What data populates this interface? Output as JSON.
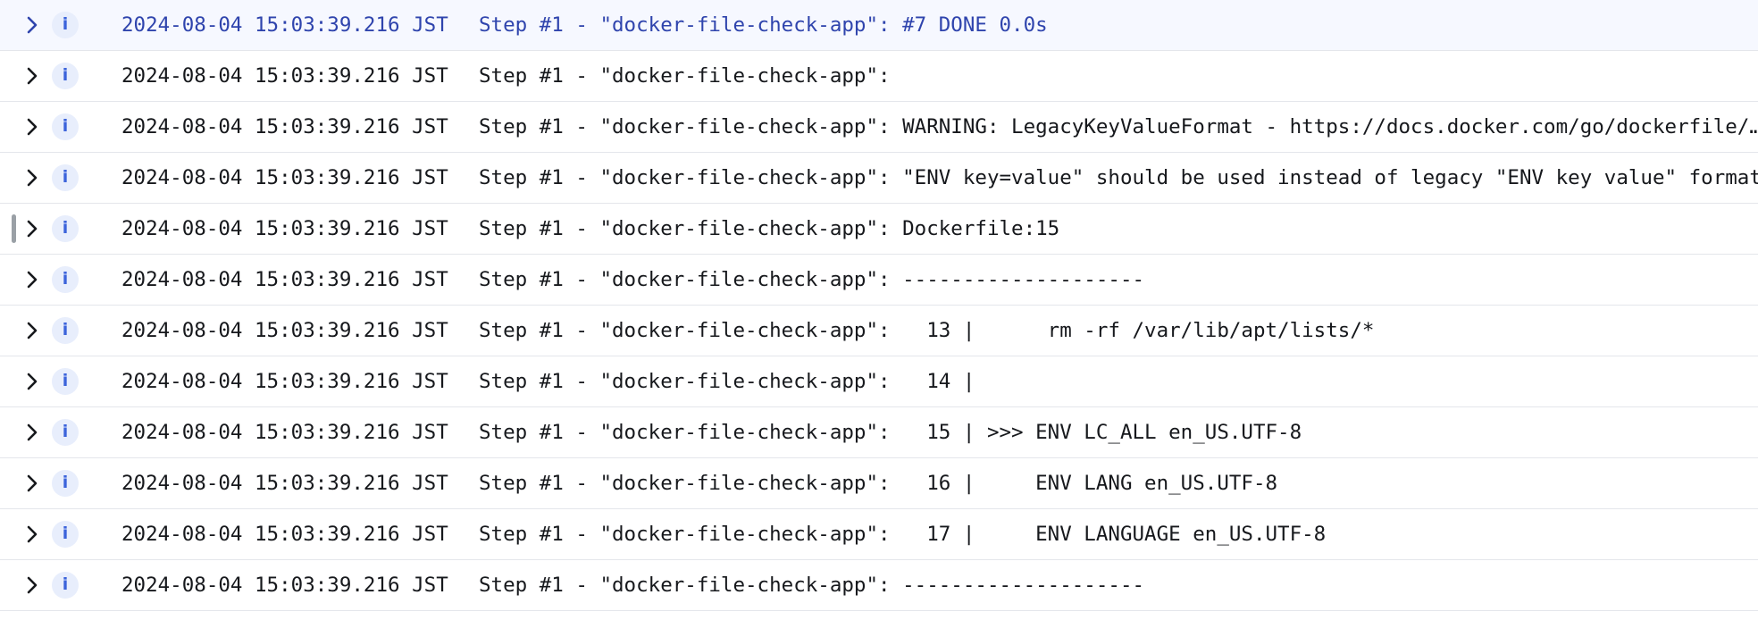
{
  "viewer": {
    "name": "cloud-build-log-viewer",
    "accent_color": "#3b63db",
    "selected_row_bg": "#f6f8ff",
    "selected_text_color": "#2f44ad",
    "icon_circle_color": "#e8eefc",
    "marker_color": "#9aa0a6",
    "row_separator_color": "#e4e6eb"
  },
  "icons": {
    "expand_chevron": "chevron-right-icon",
    "severity_info": "info-icon",
    "severity_info_glyph": "i"
  },
  "rows": [
    {
      "timestamp": "2024-08-04 15:03:39.216 JST",
      "message": "Step #1 - \"docker-file-check-app\": #7 DONE 0.0s",
      "severity": "INFO",
      "selected": true,
      "marked": false
    },
    {
      "timestamp": "2024-08-04 15:03:39.216 JST",
      "message": "Step #1 - \"docker-file-check-app\": ",
      "severity": "INFO",
      "selected": false,
      "marked": false
    },
    {
      "timestamp": "2024-08-04 15:03:39.216 JST",
      "message": "Step #1 - \"docker-file-check-app\": WARNING: LegacyKeyValueFormat - https://docs.docker.com/go/dockerfile/…",
      "severity": "INFO",
      "selected": false,
      "marked": false
    },
    {
      "timestamp": "2024-08-04 15:03:39.216 JST",
      "message": "Step #1 - \"docker-file-check-app\": \"ENV key=value\" should be used instead of legacy \"ENV key value\" format",
      "severity": "INFO",
      "selected": false,
      "marked": false
    },
    {
      "timestamp": "2024-08-04 15:03:39.216 JST",
      "message": "Step #1 - \"docker-file-check-app\": Dockerfile:15",
      "severity": "INFO",
      "selected": false,
      "marked": true
    },
    {
      "timestamp": "2024-08-04 15:03:39.216 JST",
      "message": "Step #1 - \"docker-file-check-app\": --------------------",
      "severity": "INFO",
      "selected": false,
      "marked": false
    },
    {
      "timestamp": "2024-08-04 15:03:39.216 JST",
      "message": "Step #1 - \"docker-file-check-app\":   13 |      rm -rf /var/lib/apt/lists/*",
      "severity": "INFO",
      "selected": false,
      "marked": false
    },
    {
      "timestamp": "2024-08-04 15:03:39.216 JST",
      "message": "Step #1 - \"docker-file-check-app\":   14 |",
      "severity": "INFO",
      "selected": false,
      "marked": false
    },
    {
      "timestamp": "2024-08-04 15:03:39.216 JST",
      "message": "Step #1 - \"docker-file-check-app\":   15 | >>> ENV LC_ALL en_US.UTF-8",
      "severity": "INFO",
      "selected": false,
      "marked": false
    },
    {
      "timestamp": "2024-08-04 15:03:39.216 JST",
      "message": "Step #1 - \"docker-file-check-app\":   16 |     ENV LANG en_US.UTF-8",
      "severity": "INFO",
      "selected": false,
      "marked": false
    },
    {
      "timestamp": "2024-08-04 15:03:39.216 JST",
      "message": "Step #1 - \"docker-file-check-app\":   17 |     ENV LANGUAGE en_US.UTF-8",
      "severity": "INFO",
      "selected": false,
      "marked": false
    },
    {
      "timestamp": "2024-08-04 15:03:39.216 JST",
      "message": "Step #1 - \"docker-file-check-app\": --------------------",
      "severity": "INFO",
      "selected": false,
      "marked": false
    }
  ]
}
